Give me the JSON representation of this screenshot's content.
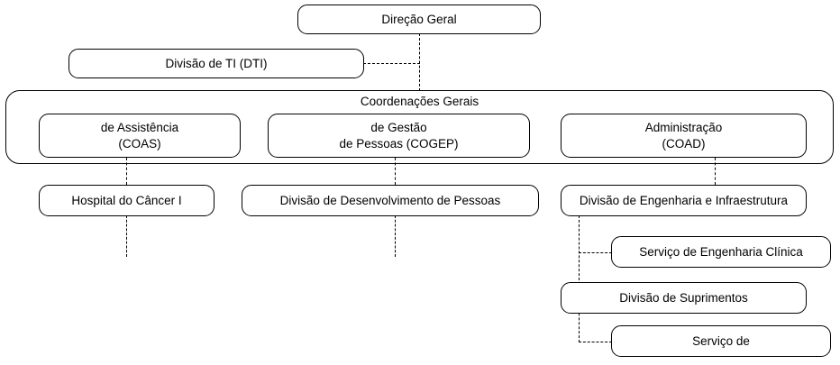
{
  "diagram": {
    "title": "Organograma",
    "type": "org-chart",
    "line_style": "dashed",
    "colors": {
      "box_border": "#000000",
      "text": "#000000",
      "background": "#ffffff",
      "connector": "#000000"
    }
  },
  "nodes": {
    "direcao_geral": {
      "label": "Direção Geral"
    },
    "divisao_ti": {
      "label": "Divisão de TI (DTI)"
    },
    "coordenacoes_gerais": {
      "label": "Coordenações Gerais"
    },
    "coas": {
      "label": "de Assistência\n(COAS)"
    },
    "cogep": {
      "label": "de Gestão\nde Pessoas (COGEP)"
    },
    "coad": {
      "label": "Administração\n(COAD)"
    },
    "hospital_cancer": {
      "label": "Hospital do Câncer I"
    },
    "divisao_desenvolvimento": {
      "label": "Divisão de Desenvolvimento de Pessoas"
    },
    "divisao_engenharia": {
      "label": "Divisão de Engenharia e Infraestrutura"
    },
    "servico_engenharia_clinica": {
      "label": "Serviço de Engenharia Clínica"
    },
    "divisao_suprimentos": {
      "label": "Divisão de Suprimentos"
    },
    "servico_de": {
      "label": "Serviço de"
    }
  }
}
